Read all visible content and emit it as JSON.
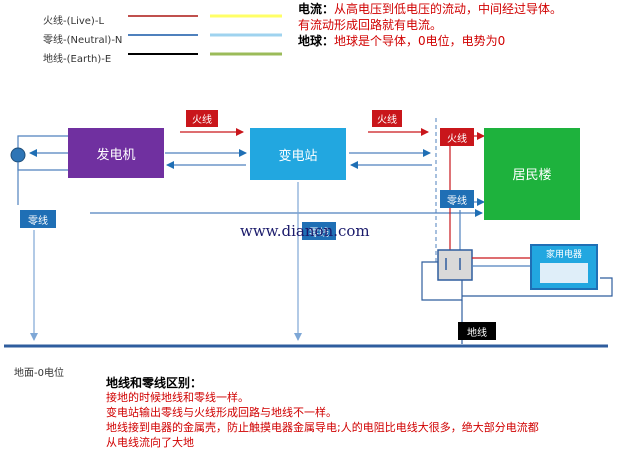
{
  "legend": {
    "items": [
      {
        "label": "火线-(Live)-L",
        "color_a": "#c0504d",
        "color_b": "#ffff66"
      },
      {
        "label": "零线-(Neutral)-N",
        "color_a": "#4f81bd",
        "color_b": "#9fd3ef"
      },
      {
        "label": "地线-(Earth)-E",
        "color_a": "#000000",
        "color_b": "#9bbb59"
      }
    ]
  },
  "definitions": {
    "current_key": "电流：",
    "current_text": "从高电压到低电压的流动，中间经过导体。",
    "current_text_2": "有流动形成回路就有电流。",
    "earth_key": "地球：",
    "earth_text": "地球是个导体，0电位，电势为0"
  },
  "diagram": {
    "generator": "发电机",
    "substation": "变电站",
    "building": "居民楼",
    "appliance": "家用电器",
    "live_tag": "火线",
    "neutral_tag": "零线",
    "earth_tag": "地线",
    "ground_label": "地面-0电位",
    "watermark": "www.dianon.com",
    "colors": {
      "generator": "#7030a0",
      "substation": "#22a7e0",
      "building": "#1eb23d",
      "live": "#c9161b",
      "neutral": "#1f6fb5",
      "ground": "#2f5d9e"
    }
  },
  "notes": {
    "title": "地线和零线区别：",
    "lines": [
      "接地的时候地线和零线一样。",
      "变电站输出零线与火线形成回路与地线不一样。",
      "地线接到电器的金属壳，防止触摸电器金属导电;人的电阻比电线大很多，绝大部分电流都",
      "从电线流向了大地"
    ]
  }
}
